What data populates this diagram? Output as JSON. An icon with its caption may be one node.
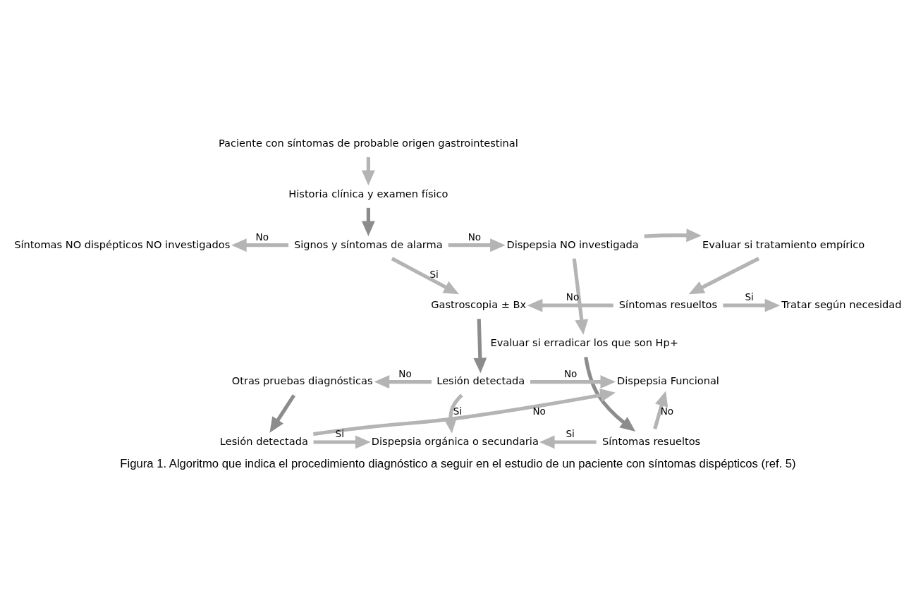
{
  "diagram": {
    "caption": "Figura 1. Algoritmo que indica el procedimiento diagnóstico a seguir en el estudio de un paciente con síntomas dispépticos (ref. 5)",
    "nodes": [
      {
        "text": [
          "Paciente con síntomas de probable origen gastrointestinal"
        ]
      },
      {
        "text": [
          "Historia clínica y examen físico"
        ]
      },
      {
        "text": [
          "Síntomas NO dispépticos NO investigados"
        ]
      },
      {
        "text": [
          "Signos y síntomas de alarma"
        ]
      },
      {
        "text": [
          "Dispepsia NO investigada"
        ]
      },
      {
        "text": [
          "Evaluar si tratamiento empírico"
        ]
      },
      {
        "text": [
          "Gastroscopia ± Bx"
        ]
      },
      {
        "text": [
          "Síntomas resueltos"
        ]
      },
      {
        "text": [
          "Tratar según necesidad"
        ]
      },
      {
        "text": [
          "Evaluar si erradicar los que son Hp+"
        ]
      },
      {
        "text": [
          "Otras pruebas diagnósticas"
        ]
      },
      {
        "text": [
          "Lesión detectada"
        ]
      },
      {
        "text": [
          "Dispepsia Funcional"
        ]
      },
      {
        "text": [
          "Lesión detectada"
        ]
      },
      {
        "text": [
          "Dispepsia orgánica o secundaria"
        ]
      },
      {
        "text": [
          "Síntomas resueltos"
        ]
      }
    ],
    "edges": [
      {
        "from": 0,
        "to": 1,
        "arrow": "to"
      },
      {
        "from": 1,
        "to": 3,
        "arrow": "to",
        "color": "#8c8c8c"
      },
      {
        "from": 3,
        "to": 2,
        "arrow": "to",
        "label": "No"
      },
      {
        "from": 3,
        "to": 4,
        "arrow": "to",
        "label": "No"
      },
      {
        "from": 4,
        "to": 5,
        "arrow": "to"
      },
      {
        "from": 5,
        "to": 7,
        "arrow": "to"
      },
      {
        "from": 7,
        "to": 8,
        "arrow": "to",
        "label": "Si"
      },
      {
        "from": 3,
        "to": 6,
        "arrow": "to",
        "label": "Si"
      },
      {
        "from": 7,
        "to": 6,
        "arrow": "to",
        "label": "No"
      },
      {
        "from": 4,
        "to": 9,
        "arrow": "to"
      },
      {
        "from": 6,
        "to": 11,
        "arrow": "to",
        "color": "#8c8c8c"
      },
      {
        "from": 11,
        "to": 10,
        "arrow": "to",
        "label": "No"
      },
      {
        "from": 11,
        "to": 12,
        "arrow": "to",
        "label": "No"
      },
      {
        "from": 11,
        "to": 14,
        "arrow": "to",
        "label": "Si"
      },
      {
        "from": 9,
        "to": 15,
        "arrow": "to",
        "color": "#8c8c8c"
      },
      {
        "from": 15,
        "to": 14,
        "arrow": "to",
        "label": "Si"
      },
      {
        "from": 15,
        "to": 12,
        "arrow": "to",
        "label": "No"
      },
      {
        "from": 10,
        "to": 13,
        "arrow": "to",
        "color": "#8c8c8c"
      },
      {
        "from": 13,
        "to": 14,
        "arrow": "to",
        "label": "Si"
      },
      {
        "from": 13,
        "to": 12,
        "arrow": "to",
        "label": "No"
      }
    ]
  }
}
